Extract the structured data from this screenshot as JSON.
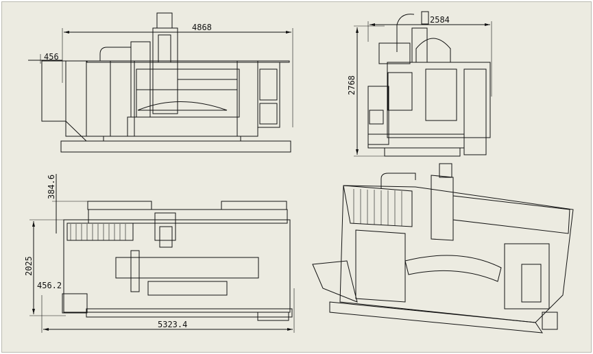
{
  "drawing": {
    "views": {
      "front": {
        "width_dim": "4868",
        "offset_dim": "456"
      },
      "side": {
        "width_dim": "2584",
        "height_dim": "2768"
      },
      "top": {
        "depth_dim": "2025",
        "offset_top_dim": "384.6",
        "offset_bottom_dim": "456.2",
        "length_dim": "5323.4"
      },
      "isometric": {}
    }
  }
}
